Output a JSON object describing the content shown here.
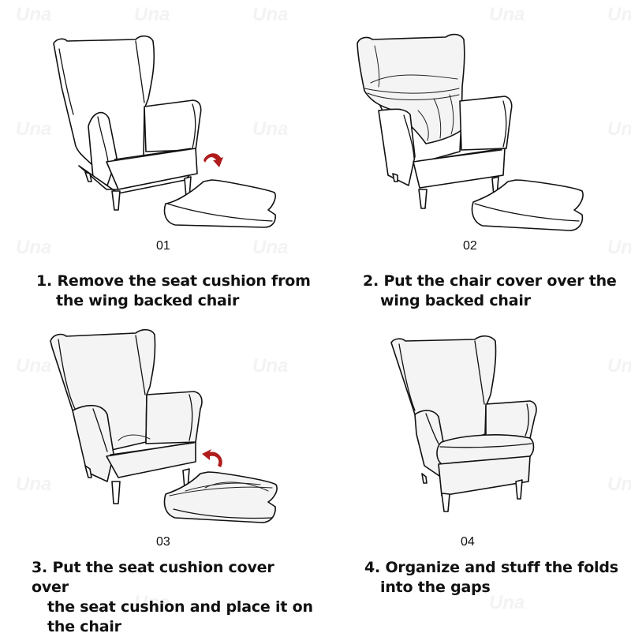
{
  "watermark": "Una",
  "steps": [
    {
      "number": "01",
      "caption_line1": "1. Remove the seat cushion from",
      "caption_line2": "the wing backed chair",
      "arrow": "curved-down-arrow"
    },
    {
      "number": "02",
      "caption_line1": "2. Put the chair cover over the",
      "caption_line2": "wing backed chair",
      "arrow": null
    },
    {
      "number": "03",
      "caption_line1": "3. Put the seat cushion cover over",
      "caption_line2": "the seat cushion and place it on",
      "caption_line3": "the chair",
      "arrow": "curved-back-arrow"
    },
    {
      "number": "04",
      "caption_line1": "4. Organize and stuff the folds",
      "caption_line2": "into the gaps",
      "arrow": null
    }
  ],
  "colors": {
    "arrow": "#b01c1c",
    "outline": "#111111",
    "background": "#ffffff"
  }
}
